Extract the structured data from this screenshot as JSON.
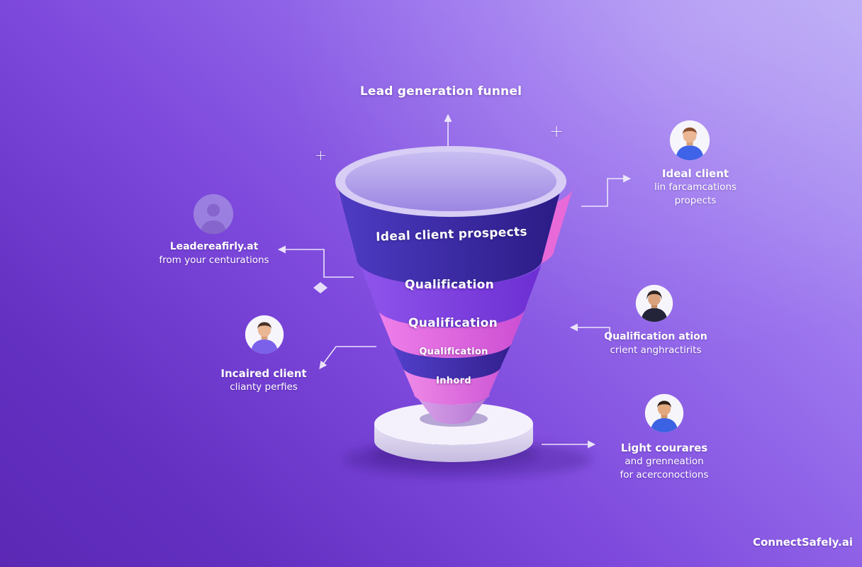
{
  "title": "Lead generation funnel",
  "watermark": "ConnectSafely.ai",
  "symbols": {
    "plus_left": "+",
    "plus_right": "+"
  },
  "funnel": {
    "stages": [
      {
        "label": "Ideal client prospects"
      },
      {
        "label": "Qualification"
      },
      {
        "label": "Qualification"
      },
      {
        "label": "Qualification"
      },
      {
        "label": "Inhord"
      }
    ]
  },
  "annotations": {
    "left_top": {
      "lines": [
        "Leadereafirly.at",
        "from your centurations"
      ]
    },
    "left_bottom": {
      "lines": [
        "Incaired client",
        "clianty perfies"
      ]
    },
    "right_top": {
      "lines": [
        "Ideal client",
        "lin farcamcations",
        "propects"
      ]
    },
    "right_middle": {
      "lines": [
        "Qualification ation",
        "crient anghractirits"
      ]
    },
    "right_bottom": {
      "lines": [
        "Light courares",
        "and grenneation",
        "for acerconoctions"
      ]
    }
  },
  "colors": {
    "background_top": "#b9a8f6",
    "background_bottom": "#5b28b4",
    "stage_indigo": "#3a2aa6",
    "stage_purple": "#7b3fd8",
    "stage_pink": "#df66da",
    "base": "#ece8f7",
    "text": "#ffffff"
  }
}
